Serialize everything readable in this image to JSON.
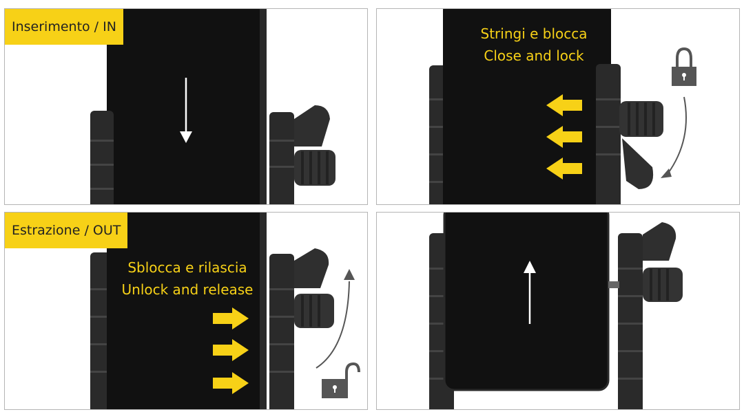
{
  "colors": {
    "accent": "#f7d117",
    "phone": "#111111",
    "holder": "#2a2a2a",
    "arrow_white": "#ffffff",
    "lock": "#555555",
    "curve": "#555555"
  },
  "panels": [
    {
      "id": "insert",
      "tag": "Inserimento / IN",
      "caption": []
    },
    {
      "id": "lock",
      "tag": "",
      "caption": [
        "Stringi e blocca",
        "Close and lock"
      ]
    },
    {
      "id": "extract",
      "tag": "Estrazione / OUT",
      "caption": [
        "Sblocca e rilascia",
        "Unlock and release"
      ]
    },
    {
      "id": "release",
      "tag": "",
      "caption": []
    }
  ],
  "icons": {
    "lock_closed": "padlock-closed-icon",
    "lock_open": "padlock-open-icon",
    "arrow_down": "arrow-down-icon",
    "arrow_up": "arrow-up-icon",
    "arrow_left": "yellow-arrow-left-icon",
    "arrow_right": "yellow-arrow-right-icon",
    "curve_arrow": "curved-arrow-icon"
  }
}
